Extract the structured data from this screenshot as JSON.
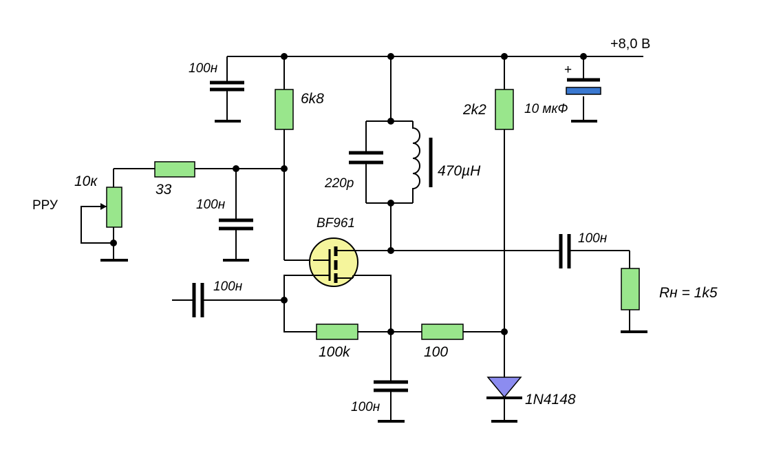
{
  "colors": {
    "resistor_fill": "#99e68c",
    "transistor_fill": "#f5f59c",
    "diode_fill": "#8c8cf0",
    "electrolytic_plate": "#3a78d0",
    "supply_label": "#e02020",
    "agc_label": "#2020d0"
  },
  "supply": {
    "label": "+8,0 В"
  },
  "agc": {
    "label": "РРУ"
  },
  "components": {
    "c_top_left": "100н",
    "r_6k8": "6k8",
    "c_tank": "220p",
    "l_tank": "470µH",
    "r_2k2": "2k2",
    "c_elec": "10 мкФ",
    "c_elec_plus": "+",
    "pot": "10к",
    "r_33": "33",
    "c_g2": "100н",
    "transistor": "BF961",
    "c_out": "100н",
    "r_load": "Rн = 1k5",
    "c_in": "100н",
    "r_100k": "100k",
    "r_100": "100",
    "c_bottom": "100н",
    "diode": "1N4148"
  }
}
